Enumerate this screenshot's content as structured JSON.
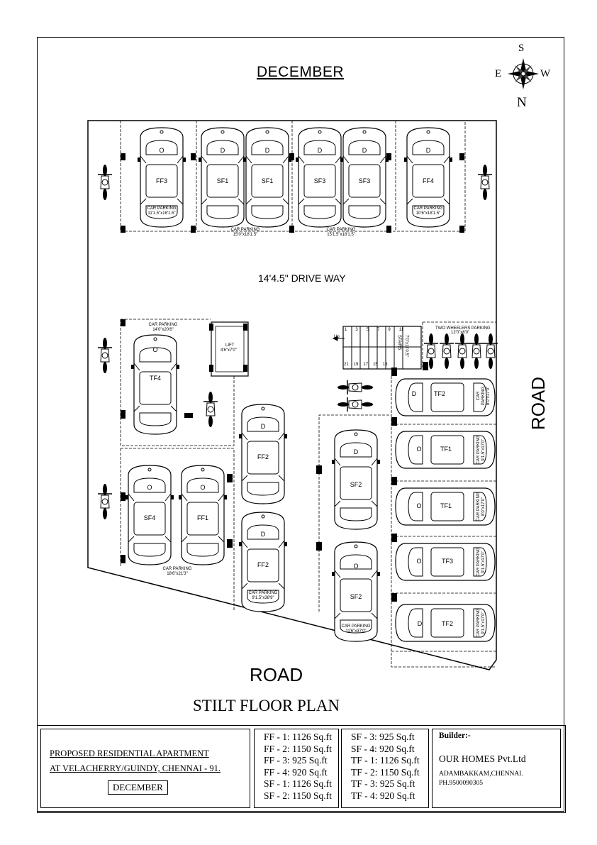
{
  "header": {
    "title": "DECEMBER"
  },
  "compass": {
    "n": "N",
    "s": "S",
    "e": "E",
    "w": "W"
  },
  "labels": {
    "driveway": "14'4.5\" DRIVE WAY",
    "road_bottom": "ROAD",
    "road_right": "ROAD",
    "plan_title": "STILT FLOOR PLAN",
    "lift": "LIFT",
    "lift_size": "4'6\"x7'0\"",
    "stairs": "STAIRS",
    "stairs_size": "7'0\"x11'0.5\"",
    "up": "Up",
    "two_wheeler": "TWO WHEELERS PARKING",
    "two_wheeler_size": "12'0\"x8'0\"",
    "stair_top_nums": [
      "1",
      "3",
      "5",
      "7",
      "9",
      "11"
    ],
    "stair_bottom_nums": [
      "21",
      "19",
      "17",
      "15",
      "13"
    ]
  },
  "parking_labels": {
    "ff3": {
      "title": "CAR PARKING",
      "size": "11'1.5\"x18'1.5\""
    },
    "sf1": {
      "title": "CAR PARKING",
      "size": "15'0\"x18'1.5\""
    },
    "sf3": {
      "title": "CAR PARKING",
      "size": "15'1.5\"x18'1.5\""
    },
    "ff4": {
      "title": "CAR PARKING",
      "size": "10'6\"x18'1.5\""
    },
    "tf4": {
      "title": "CAR PARKING",
      "size": "14'0\"x20'6\""
    },
    "sf4ff1": {
      "title": "CAR PARKING",
      "size": "18'6\"x21'3\""
    },
    "ff2": {
      "title": "CAR PARKING",
      "size": "9'1.5\"x38'9\""
    },
    "sf2": {
      "title": "CAR PARKING",
      "size": "11'6\"x37'0\""
    },
    "tf2a": {
      "title": "CAR PARKING",
      "size": "8'0\"x17'0\""
    },
    "tf1a": {
      "title": "CAR PARKING",
      "size": "9'1.5\"x17'0\""
    },
    "tf1b": {
      "title": "CAR PARKING",
      "size": "8'0\"x17'0\""
    },
    "tf3": {
      "title": "CAR PARKING",
      "size": "9'1.5\"x17'0\""
    },
    "tf2b": {
      "title": "CAR PARKING",
      "size": "9'1.5\"x17'0\""
    }
  },
  "cars": [
    {
      "id": "ff3",
      "unit": "FF3",
      "mark": "O"
    },
    {
      "id": "sf1a",
      "unit": "SF1",
      "mark": "D"
    },
    {
      "id": "sf1b",
      "unit": "SF1",
      "mark": "D"
    },
    {
      "id": "sf3a",
      "unit": "SF3",
      "mark": "D"
    },
    {
      "id": "sf3b",
      "unit": "SF3",
      "mark": "D"
    },
    {
      "id": "ff4",
      "unit": "FF4",
      "mark": "D"
    },
    {
      "id": "tf4",
      "unit": "TF4",
      "mark": "O"
    },
    {
      "id": "sf4",
      "unit": "SF4",
      "mark": "O"
    },
    {
      "id": "ff1",
      "unit": "FF1",
      "mark": "O"
    },
    {
      "id": "ff2a",
      "unit": "FF2",
      "mark": "D"
    },
    {
      "id": "ff2b",
      "unit": "FF2",
      "mark": "D"
    },
    {
      "id": "sf2a",
      "unit": "SF2",
      "mark": "D"
    },
    {
      "id": "sf2b",
      "unit": "SF2",
      "mark": "O"
    },
    {
      "id": "tf2a",
      "unit": "TF2",
      "mark": "D"
    },
    {
      "id": "tf1a",
      "unit": "TF1",
      "mark": "O"
    },
    {
      "id": "tf1b",
      "unit": "TF1",
      "mark": "O"
    },
    {
      "id": "tf3",
      "unit": "TF3",
      "mark": "O"
    },
    {
      "id": "tf2b",
      "unit": "TF2",
      "mark": "D"
    }
  ],
  "title_block": {
    "project_line1": "PROPOSED RESIDENTIAL APARTMENT",
    "project_line2": "AT VELACHERRY/GUINDY, CHENNAI - 91.",
    "project_tag": "DECEMBER",
    "areas_col1": [
      "FF - 1: 1126 Sq.ft",
      "FF - 2: 1150 Sq.ft",
      "FF - 3: 925 Sq.ft",
      "FF - 4: 920 Sq.ft",
      "SF - 1: 1126 Sq.ft",
      "SF - 2: 1150 Sq.ft"
    ],
    "areas_col2": [
      "SF - 3: 925 Sq.ft",
      "SF - 4: 920 Sq.ft",
      "TF - 1: 1126 Sq.ft",
      "TF - 2: 1150 Sq.ft",
      "TF - 3: 925 Sq.ft",
      "TF - 4: 920 Sq.ft"
    ],
    "builder_label": "Builder:-",
    "builder_name": "OUR HOMES Pvt.Ltd",
    "builder_address": "ADAMBAKKAM,CHENNAI.",
    "builder_phone": "PH.9500090305"
  }
}
